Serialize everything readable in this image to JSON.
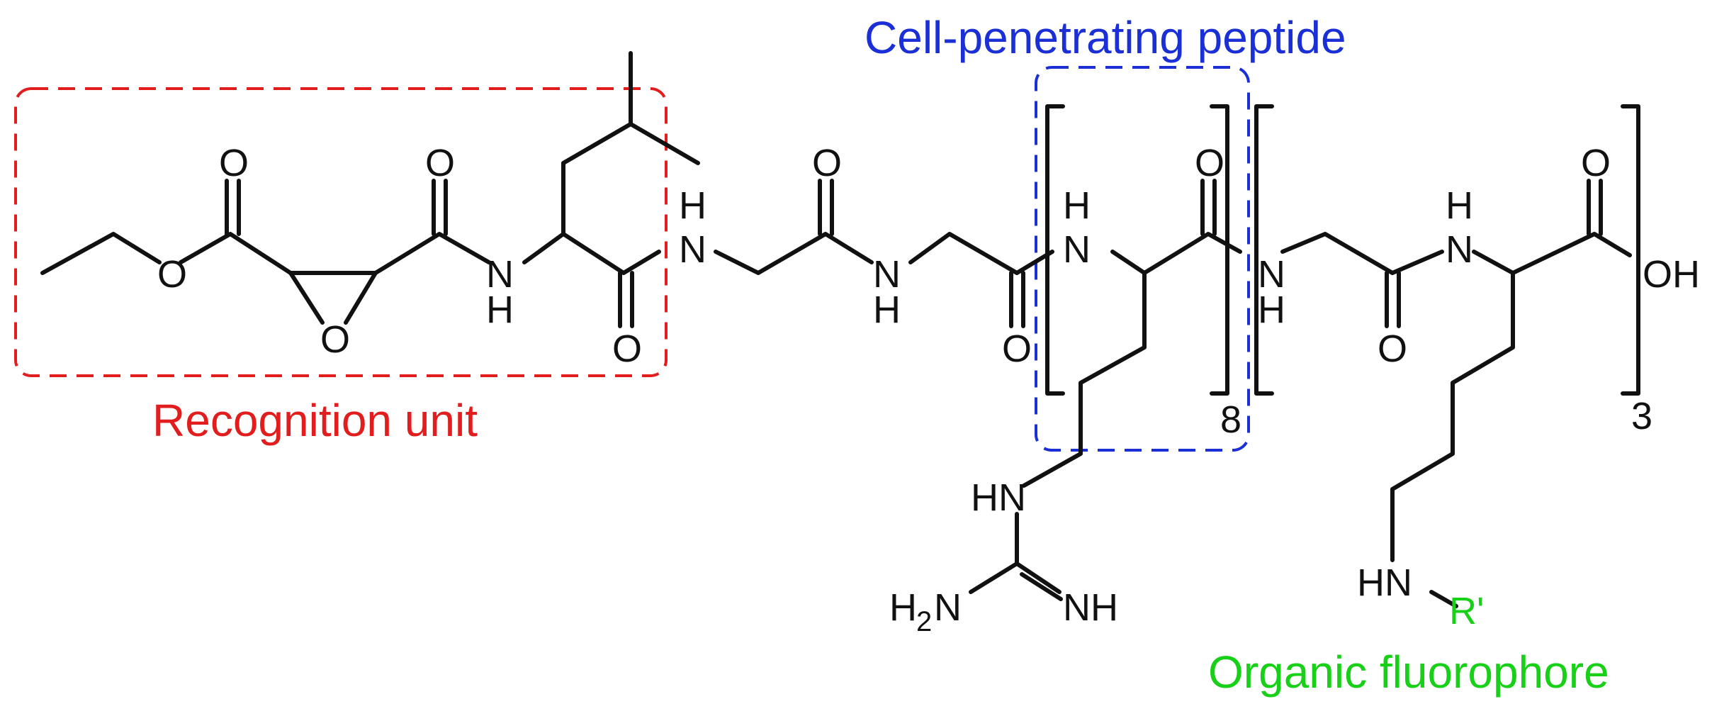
{
  "labels": {
    "recognition": "Recognition unit",
    "cpp": "Cell-penetrating peptide",
    "fluorophore": "Organic fluorophore"
  },
  "colors": {
    "recognition": "#e21d1d",
    "cpp": "#1a2fd6",
    "fluorophore": "#18d018",
    "bonds": "#111111"
  },
  "atoms": {
    "O": "O",
    "N": "N",
    "H": "H",
    "HN": "HN",
    "OH": "OH",
    "NH": "NH",
    "H2N_H": "H",
    "H2N_sub": "2",
    "H2N_N": "N",
    "R_prime": "R'"
  },
  "repeats": {
    "arginine": "8",
    "lysine": "3"
  }
}
